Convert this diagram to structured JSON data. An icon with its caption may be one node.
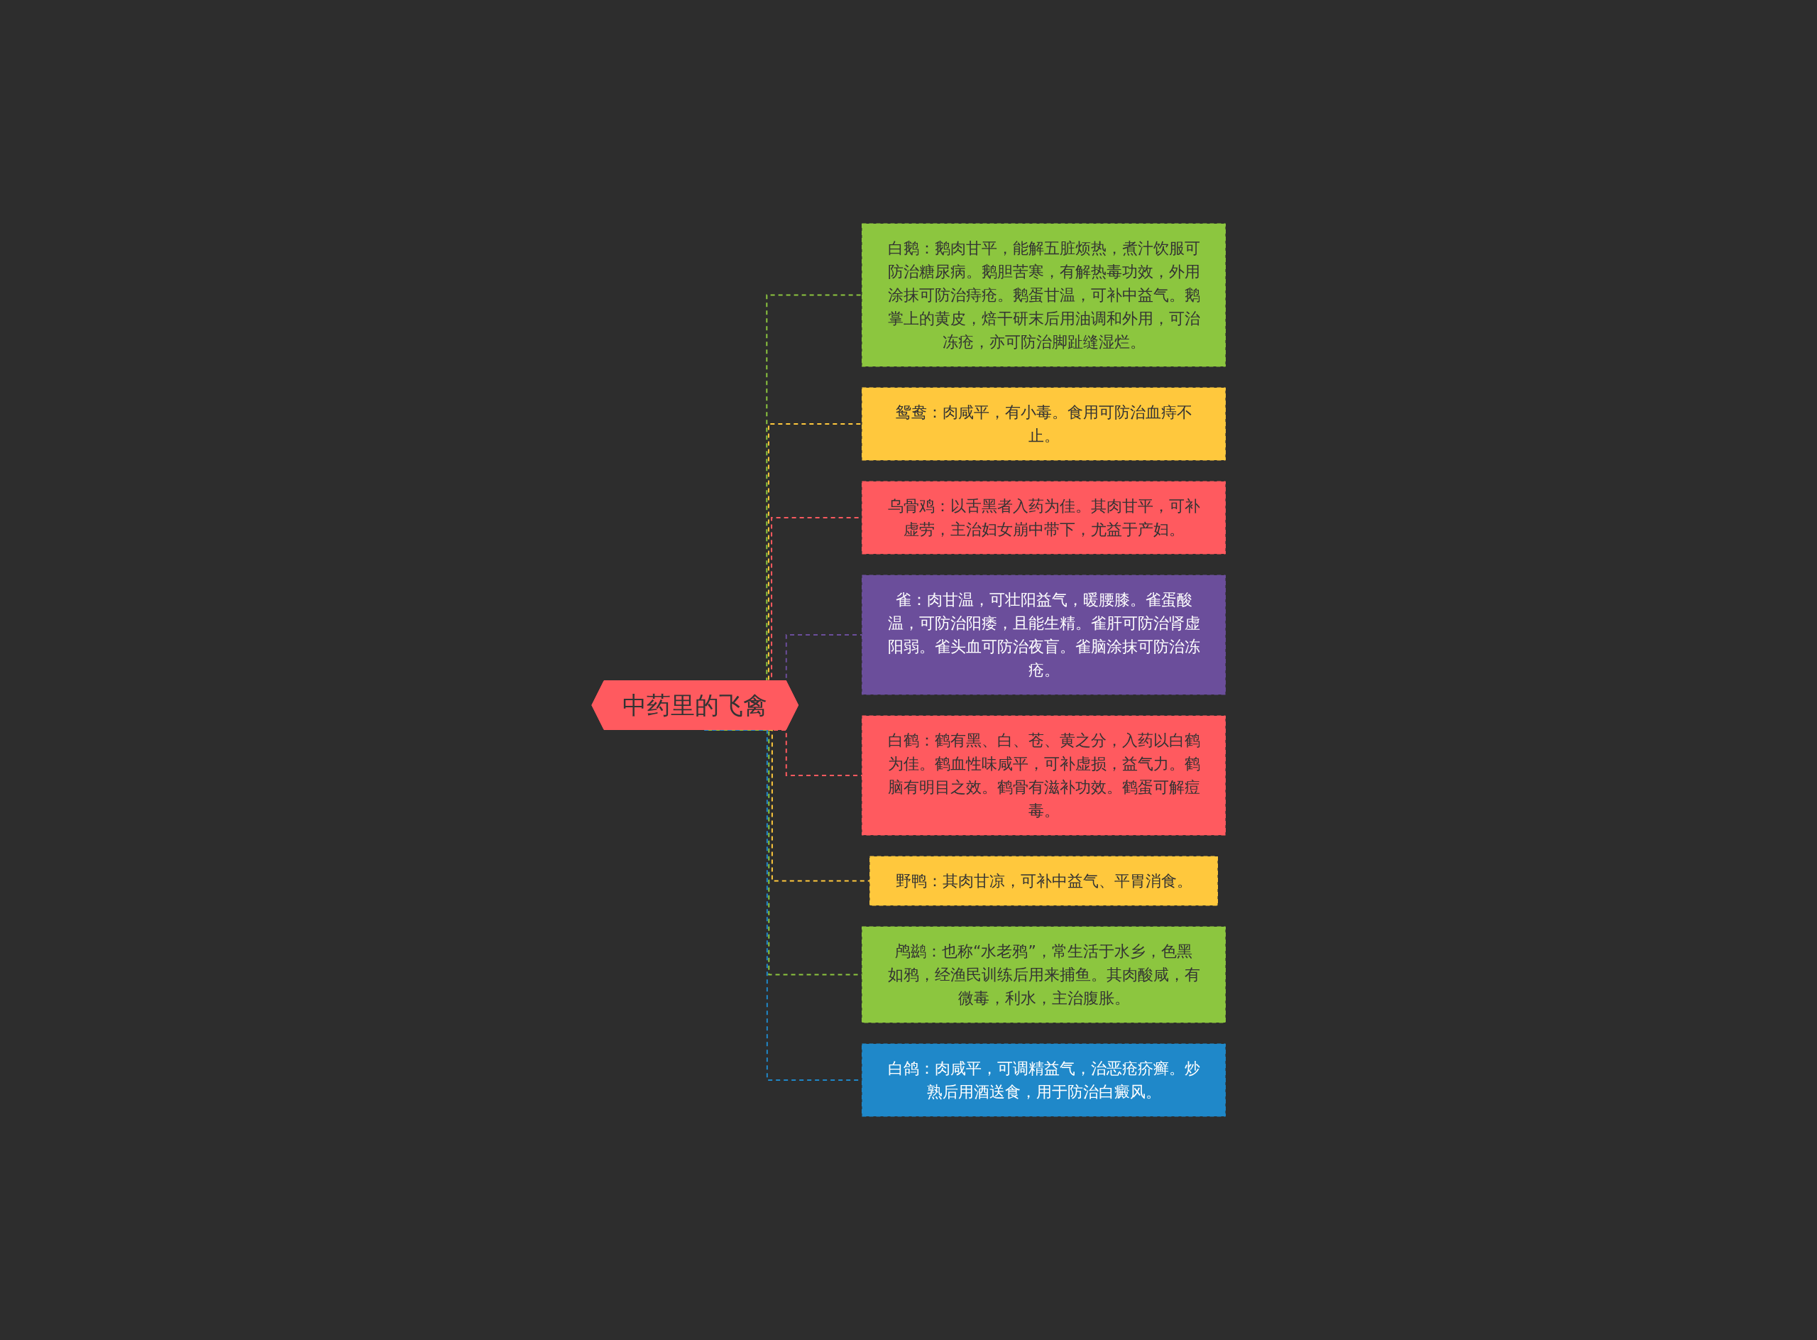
{
  "diagram": {
    "nodes": [
      {
        "text": [
          "中药里的飞禽"
        ]
      },
      {
        "text": [
          "白鹅：鹅肉甘平，能解五脏烦热，煮汁饮服可防治糖尿病。鹅胆苦寒，有解热毒功效，外用涂抹可防治痔疮。鹅蛋甘温，可补中益气。鹅掌上的黄皮，焙干研末后用油调和外用，可治冻疮，亦可防治脚趾缝湿烂。"
        ]
      },
      {
        "text": [
          "鸳鸯：肉咸平，有小毒。食用可防治血痔不止。"
        ]
      },
      {
        "text": [
          "乌骨鸡：以舌黑者入药为佳。其肉甘平，可补虚劳，主治妇女崩中带下，尤益于产妇。"
        ]
      },
      {
        "text": [
          "雀：肉甘温，可壮阳益气，暖腰膝。雀蛋酸温，可防治阳痿，且能生精。雀肝可防治肾虚阳弱。雀头血可防治夜盲。雀脑涂抹可防治冻疮。"
        ]
      },
      {
        "text": [
          "白鹤：鹤有黑、白、苍、黄之分，入药以白鹤为佳。鹤血性味咸平，可补虚损，益气力。鹤脑有明目之效。鹤骨有滋补功效。鹤蛋可解痘毒。"
        ]
      },
      {
        "text": [
          "野鸭：其肉甘凉，可补中益气、平胃消食。"
        ]
      },
      {
        "text": [
          "鸬鹚：也称“水老鸦”，常生活于水乡，色黑如鸦，经渔民训练后用来捕鱼。其肉酸咸，有微毒，利水，主治腹胀。"
        ]
      },
      {
        "text": [
          "白鸽：肉咸平，可调精益气，治恶疮疥癣。炒熟后用酒送食，用于防治白癜风。"
        ]
      }
    ],
    "edges": [
      {
        "from": 0,
        "to": 1,
        "arrow": "none",
        "style": "dashed",
        "color": "#8cc63f"
      },
      {
        "from": 0,
        "to": 2,
        "arrow": "none",
        "style": "dashed",
        "color": "#ffc83d"
      },
      {
        "from": 0,
        "to": 3,
        "arrow": "none",
        "style": "dashed",
        "color": "#ff5a5f"
      },
      {
        "from": 0,
        "to": 4,
        "arrow": "none",
        "style": "dashed",
        "color": "#6b4e9b"
      },
      {
        "from": 0,
        "to": 5,
        "arrow": "none",
        "style": "dashed",
        "color": "#ff5a5f"
      },
      {
        "from": 0,
        "to": 6,
        "arrow": "none",
        "style": "dashed",
        "color": "#ffc83d"
      },
      {
        "from": 0,
        "to": 7,
        "arrow": "none",
        "style": "dashed",
        "color": "#8cc63f"
      },
      {
        "from": 0,
        "to": 8,
        "arrow": "none",
        "style": "dashed",
        "color": "#1f88c9"
      }
    ]
  }
}
